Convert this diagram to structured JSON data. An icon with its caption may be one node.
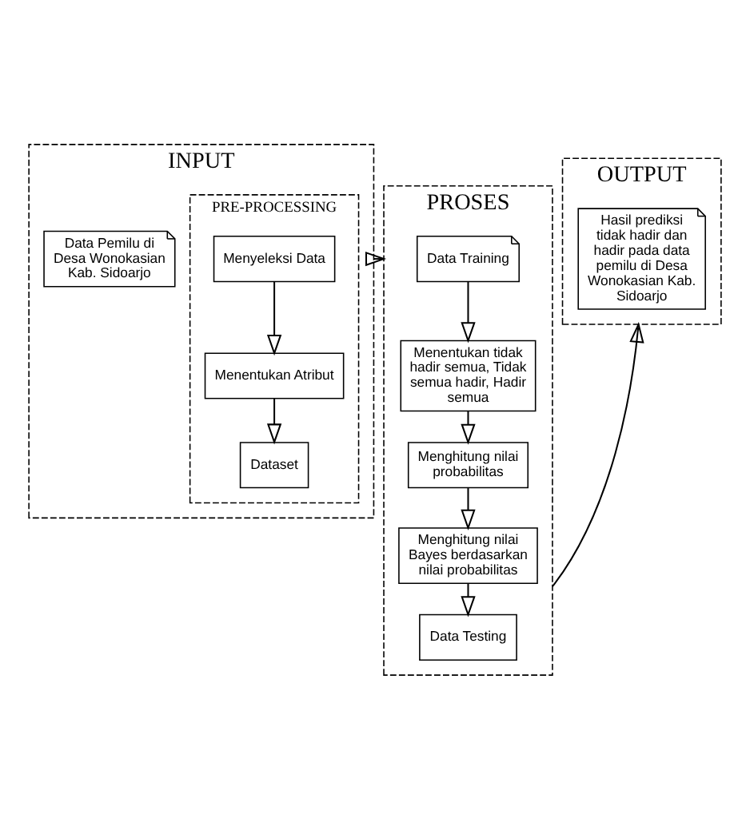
{
  "diagram": {
    "nodes": [
      {
        "text": [
          "INPUT"
        ]
      },
      {
        "text": [
          "Data Pemilu di Desa Wonokasian Kab. Sidoarjo"
        ],
        "in": 0
      },
      {
        "text": [
          "PRE-PROCESSING"
        ],
        "in": 0
      },
      {
        "text": [
          "Menyeleksi Data"
        ],
        "in": 2
      },
      {
        "text": [
          "Menentukan Atribut"
        ],
        "in": 2
      },
      {
        "text": [
          "Dataset"
        ],
        "in": 2
      },
      {
        "text": [
          "PROSES"
        ]
      },
      {
        "text": [
          "Data Training"
        ],
        "in": 6
      },
      {
        "text": [
          "Menentukan tidak hadir semua, Tidak semua hadir, Hadir semua"
        ],
        "in": 6
      },
      {
        "text": [
          "Menghitung nilai probabilitas"
        ],
        "in": 6
      },
      {
        "text": [
          "Menghitung nilai Bayes berdasarkan nilai probabilitas"
        ],
        "in": 6
      },
      {
        "text": [
          "Data Testing"
        ],
        "in": 6
      },
      {
        "text": [
          "OUTPUT"
        ]
      },
      {
        "text": [
          "Hasil prediksi tidak hadir dan hadir pada data pemilu di Desa Wonokasian Kab. Sidoarjo"
        ],
        "in": 12
      }
    ],
    "edges": [
      {
        "from": 3,
        "to": 4,
        "arrow": "to"
      },
      {
        "from": 4,
        "to": 5,
        "arrow": "to"
      },
      {
        "from": 7,
        "to": 8,
        "arrow": "to"
      },
      {
        "from": 8,
        "to": 9,
        "arrow": "to"
      },
      {
        "from": 9,
        "to": 10,
        "arrow": "to"
      },
      {
        "from": 10,
        "to": 11,
        "arrow": "to"
      },
      {
        "from": 0,
        "to": 6,
        "arrow": "to"
      },
      {
        "from": 6,
        "to": 12,
        "arrow": "to"
      }
    ]
  }
}
